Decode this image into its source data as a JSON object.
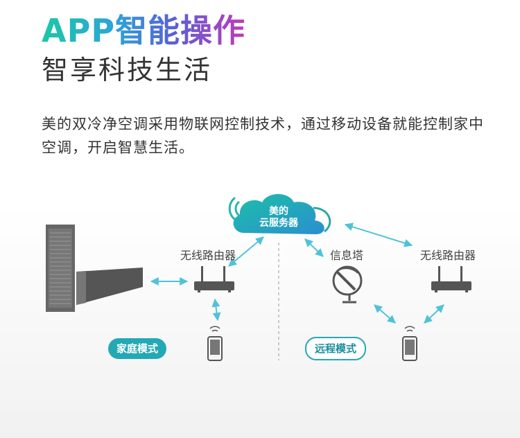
{
  "header": {
    "title": "APP智能操作",
    "subtitle": "智享科技生活"
  },
  "description": "美的双冷净空调采用物联网控制技术，通过移动设备就能控制家中空调，开启智慧生活。",
  "diagram": {
    "cloud_line1": "美的",
    "cloud_line2": "云服务器",
    "router_left": "无线路由器",
    "router_right": "无线路由器",
    "tower": "信息塔",
    "mode_home": "家庭模式",
    "mode_remote": "远程模式"
  },
  "colors": {
    "accent": "#23a9b4",
    "arrow": "#4fc3d6",
    "device": "#555555"
  }
}
